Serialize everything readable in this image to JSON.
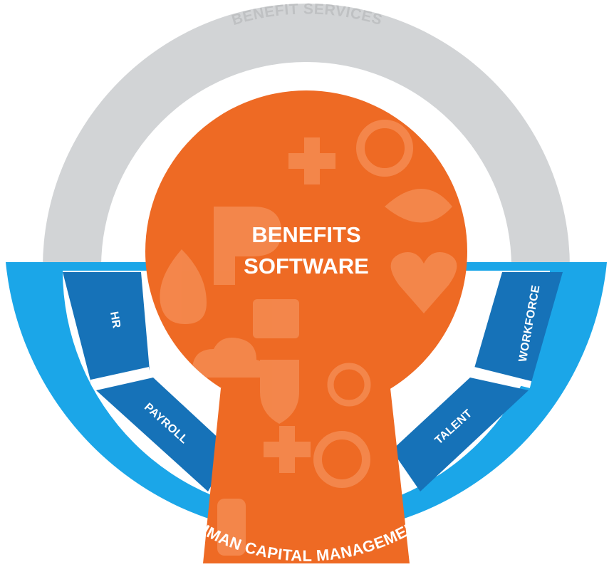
{
  "outer_ring": {
    "label": "BENEFIT SERVICES",
    "color": "#d2d4d6",
    "label_color": "#bfc1c3"
  },
  "core": {
    "line1": "BENEFITS",
    "line2": "SOFTWARE",
    "color": "#ee6a24",
    "pattern_color": "#f48b52"
  },
  "hcm": {
    "label": "HUMAN CAPITAL MANAGEMENT",
    "color": "#1ba6e8"
  },
  "segments": {
    "color": "#1672b8",
    "hr": "HR",
    "payroll": "PAYROLL",
    "talent": "TALENT",
    "workforce": "WORKFORCE"
  },
  "background": "#ffffff"
}
